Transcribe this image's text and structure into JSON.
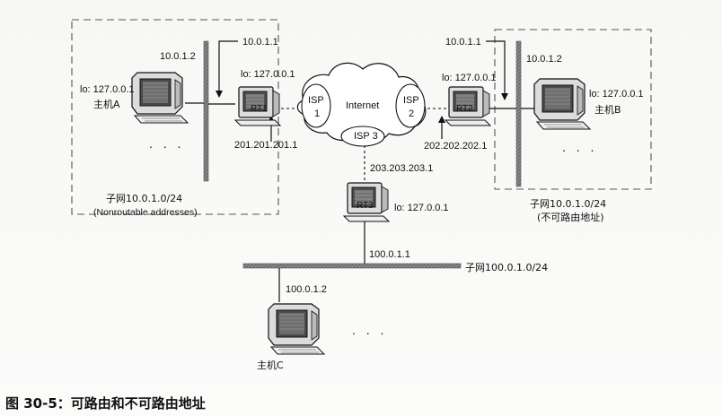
{
  "colors": {
    "background": "#f7f7f5",
    "line": "#111111",
    "bar": "#777777",
    "dashed_box": "#555555",
    "screen_dark": "#4a4a4a",
    "cloud_fill": "#ffffff"
  },
  "icons": {
    "host": "computer-host-icon",
    "router": "router-computer-icon",
    "cloud": "internet-cloud-icon"
  },
  "network_a": {
    "subnet": "子网10.0.1.0/24",
    "note": "(Nonroutable addresses)",
    "host_label": "主机A",
    "host_lo": "lo: 127.0.0.1",
    "host_ip": "10.0.1.2",
    "gateway_ip": "10.0.1.1",
    "ellipsis": ". . ."
  },
  "rt1": {
    "name": "RT1",
    "lo": "lo: 127.0.0.1",
    "public_ip": "201.201.201.1"
  },
  "network_b": {
    "subnet": "子网10.0.1.0/24",
    "note": "(不可路由地址)",
    "host_label": "主机B",
    "host_lo": "lo: 127.0.0.1",
    "host_ip": "10.0.1.2",
    "gateway_ip": "10.0.1.1",
    "ellipsis": ". . ."
  },
  "rt2": {
    "name": "RT2",
    "lo": "lo: 127.0.0.1",
    "public_ip": "202.202.202.1"
  },
  "internet": {
    "label": "Internet",
    "isp1_line1": "ISP",
    "isp1_line2": "1",
    "isp2_line1": "ISP",
    "isp2_line2": "2",
    "isp3": "ISP 3"
  },
  "rt3": {
    "name": "RT3",
    "lo": "lo: 127.0.0.1",
    "public_ip": "203.203.203.1",
    "lan_ip": "100.0.1.1"
  },
  "network_c": {
    "subnet": "子网100.0.1.0/24",
    "host_label": "主机C",
    "host_ip": "100.0.1.2",
    "ellipsis": ". . ."
  },
  "caption": "图 30-5：可路由和不可路由地址"
}
